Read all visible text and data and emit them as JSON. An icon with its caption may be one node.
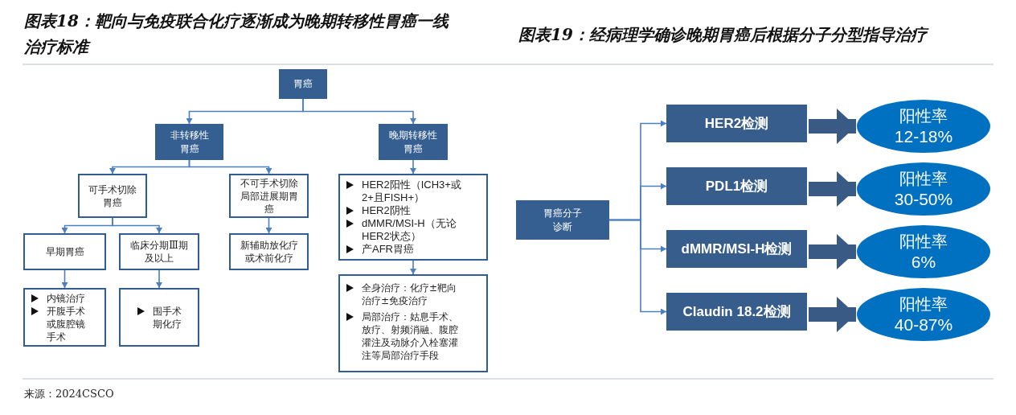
{
  "diagram": {
    "nodes": [
      {
        "text": [
          "胃癌"
        ]
      },
      {
        "text": [
          "非转移性胃癌"
        ]
      },
      {
        "text": [
          "晚期转移性胃癌"
        ]
      },
      {
        "text": [
          "可手术切除胃癌"
        ]
      },
      {
        "text": [
          "不可手术切除局部进展期胃癌"
        ]
      },
      {
        "text": [
          "HER2阳性（ICH3+或2+且FISH+）",
          "HER2阴性",
          "dMMR/MSI-H（无论HER2状态）",
          "产AFR胃癌"
        ]
      },
      {
        "text": [
          "早期胃癌"
        ]
      },
      {
        "text": [
          "临床分期Ⅲ期及以上"
        ]
      },
      {
        "text": [
          "新辅助放化疗或术前化疗"
        ]
      },
      {
        "text": [
          "内镜治疗",
          "开腹手术或腹腔镜手术"
        ]
      },
      {
        "text": [
          "围手术期化疗"
        ]
      },
      {
        "text": [
          "全身治疗：化疗±靶向治疗±免疫治疗",
          "局部治疗：姑息手术、放疗、射频消融、腹腔灌注及动脉介入栓塞灌注等局部治疗手段"
        ]
      },
      {
        "text": [
          "胃癌分子诊断"
        ]
      },
      {
        "text": [
          "HER2检测"
        ]
      },
      {
        "text": [
          "PDL1检测"
        ]
      },
      {
        "text": [
          "dMMR/MSI-H检测"
        ]
      },
      {
        "text": [
          "Claudin 18.2检测"
        ]
      },
      {
        "text": [
          "阳性率",
          "12-18%"
        ]
      },
      {
        "text": [
          "阳性率",
          "30-50%"
        ]
      },
      {
        "text": [
          "阳性率",
          "6%"
        ]
      },
      {
        "text": [
          "阳性率",
          "40-87%"
        ]
      }
    ],
    "edges": [
      {
        "from": 0,
        "to": 1,
        "arrow": "to"
      },
      {
        "from": 0,
        "to": 2,
        "arrow": "to"
      },
      {
        "from": 1,
        "to": 3,
        "arrow": "to"
      },
      {
        "from": 1,
        "to": 4,
        "arrow": "to"
      },
      {
        "from": 2,
        "to": 5,
        "arrow": "to"
      },
      {
        "from": 3,
        "to": 6,
        "arrow": "to"
      },
      {
        "from": 3,
        "to": 7,
        "arrow": "to"
      },
      {
        "from": 4,
        "to": 8,
        "arrow": "to"
      },
      {
        "from": 5,
        "to": 11,
        "arrow": "to"
      },
      {
        "from": 6,
        "to": 9,
        "arrow": "to"
      },
      {
        "from": 7,
        "to": 10,
        "arrow": "to"
      },
      {
        "from": 12,
        "to": 13,
        "arrow": "to"
      },
      {
        "from": 12,
        "to": 14,
        "arrow": "to"
      },
      {
        "from": 12,
        "to": 15,
        "arrow": "to"
      },
      {
        "from": 12,
        "to": 16,
        "arrow": "to"
      },
      {
        "from": 13,
        "to": 17,
        "arrow": "to",
        "style": "thick",
        "color": "#3a5a86"
      },
      {
        "from": 14,
        "to": 18,
        "arrow": "to",
        "style": "thick",
        "color": "#3a5a86"
      },
      {
        "from": 15,
        "to": 19,
        "arrow": "to",
        "style": "thick",
        "color": "#3a5a86"
      },
      {
        "from": 16,
        "to": 20,
        "arrow": "to",
        "style": "thick",
        "color": "#3a5a86"
      }
    ],
    "labels": [
      "图表18：靶向与免疫联合化疗逐渐成为晚期转移性胃癌一线治疗标准",
      "图表19：经病理学确诊晚期胃癌后根据分子分型指导治疗",
      "来源：2024CSCO"
    ]
  }
}
